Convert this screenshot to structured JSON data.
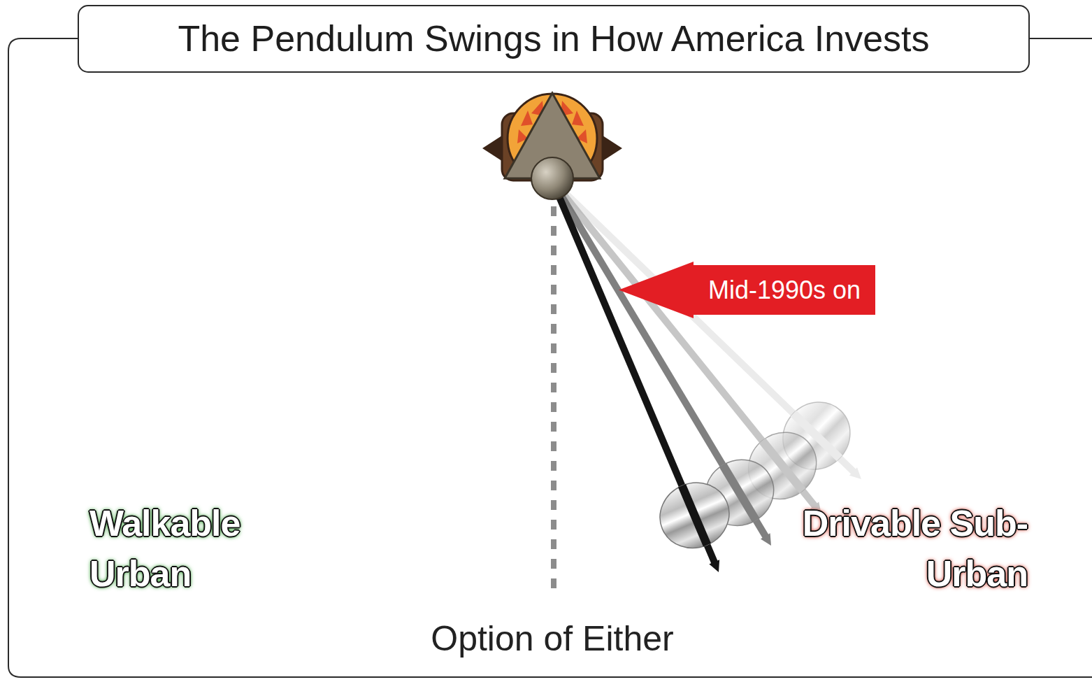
{
  "diagram": {
    "title": "The Pendulum Swings in How America Invests",
    "nodes": [
      {
        "text": [
          "Mid-1990s on"
        ]
      }
    ],
    "labels": [
      "Walkable Urban",
      "Drivable Sub-Urban",
      "Option of Either"
    ]
  }
}
